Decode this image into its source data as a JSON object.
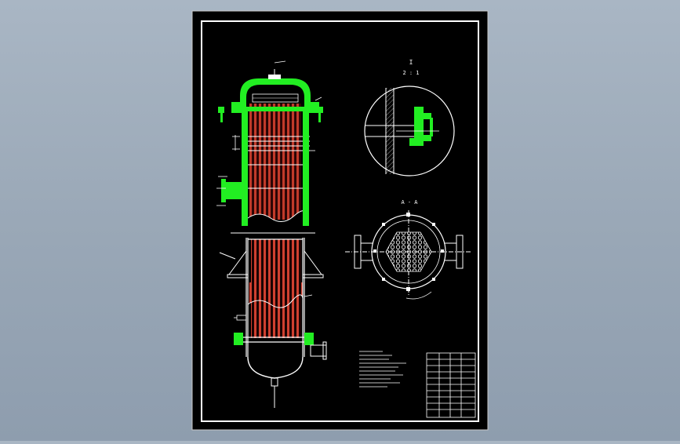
{
  "colors": {
    "background": "#9aa8b7",
    "sheet": "#000000",
    "border": "#ffffff",
    "shell": "#22ee22",
    "tubes": "#c23a2a",
    "lines": "#ffffff"
  },
  "labels": {
    "detail_view": "I",
    "detail_scale": "2 : 1",
    "section_view": "A - A"
  }
}
